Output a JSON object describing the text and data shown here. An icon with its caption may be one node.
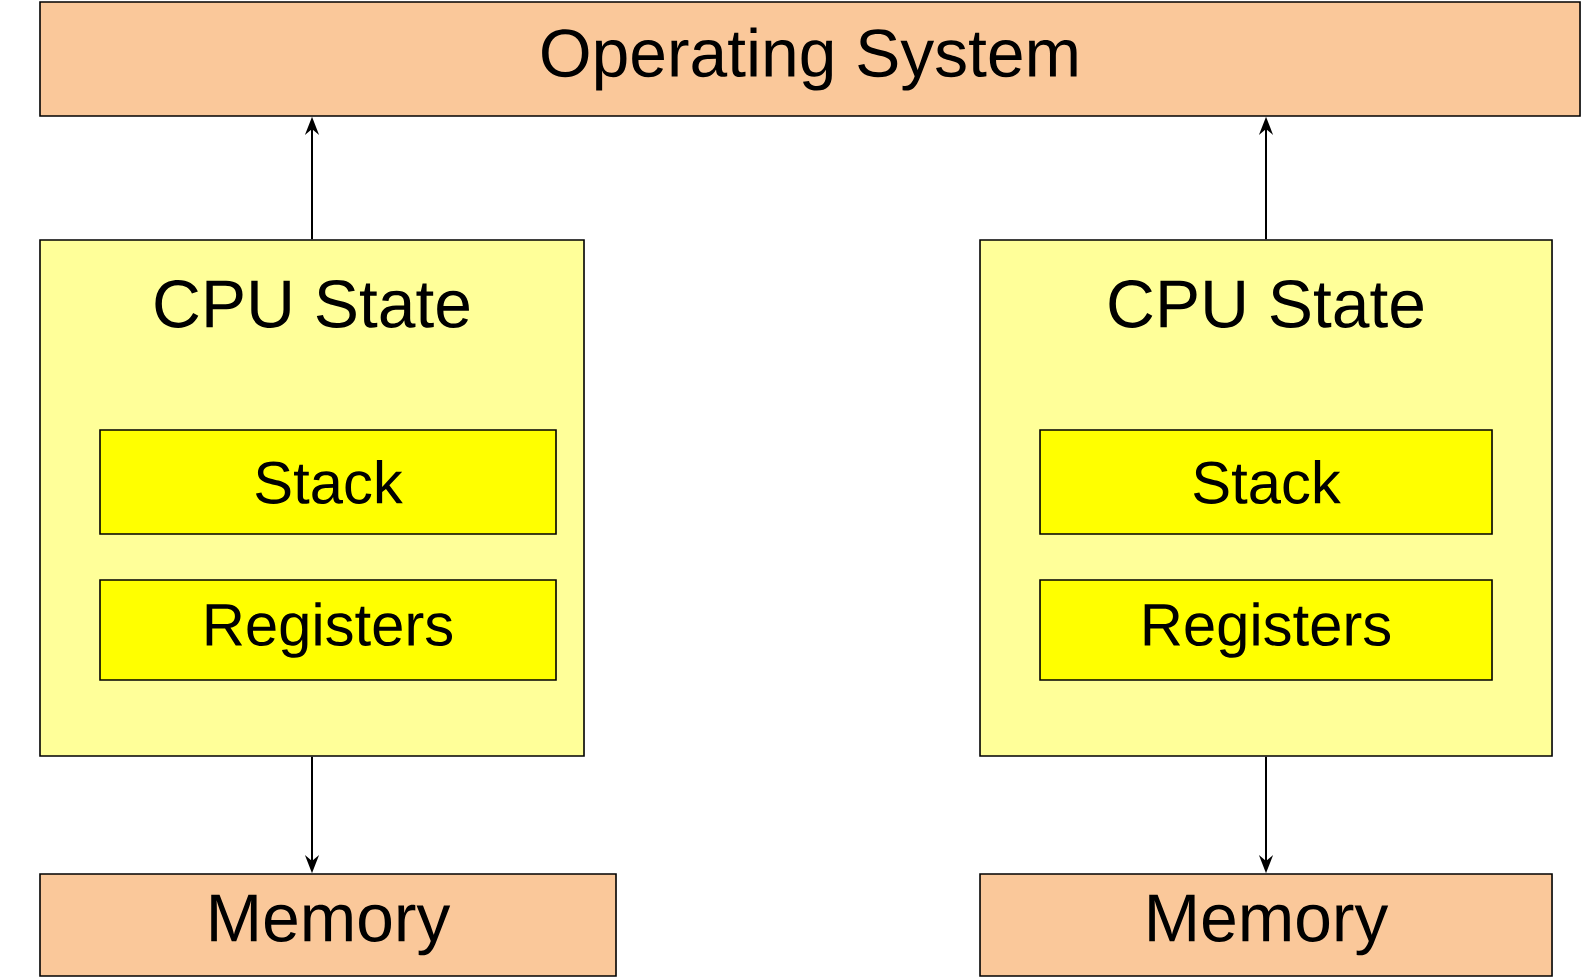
{
  "diagram": {
    "nodes": [
      {
        "text": [
          "Operating System"
        ]
      },
      {
        "text": [
          "CPU State"
        ]
      },
      {
        "text": [
          "Stack"
        ],
        "in": 1
      },
      {
        "text": [
          "Registers"
        ],
        "in": 1
      },
      {
        "text": [
          "CPU State"
        ]
      },
      {
        "text": [
          "Stack"
        ],
        "in": 4
      },
      {
        "text": [
          "Registers"
        ],
        "in": 4
      },
      {
        "text": [
          "Memory"
        ]
      },
      {
        "text": [
          "Memory"
        ]
      }
    ],
    "edges": [
      {
        "from": 1,
        "to": 0,
        "arrow": "to"
      },
      {
        "from": 4,
        "to": 0,
        "arrow": "to"
      },
      {
        "from": 1,
        "to": 7,
        "arrow": "to"
      },
      {
        "from": 4,
        "to": 8,
        "arrow": "to"
      }
    ]
  }
}
